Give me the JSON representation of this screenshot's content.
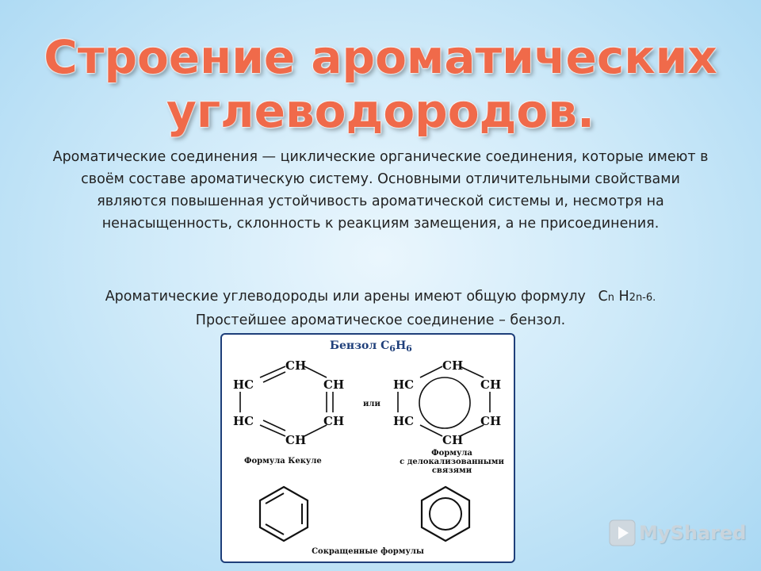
{
  "slide": {
    "title_line1": "Строение ароматических",
    "title_line2": "углеводородов.",
    "paragraph1": "Ароматические соединения — циклические органические соединения, которые имеют в своём составе ароматическую систему. Основными отличительными свойствами являются повышенная устойчивость ароматической системы и, несмотря на ненасыщенность, склонность к реакциям замещения, а не присоединения.",
    "paragraph2_prefix": "Ароматические углеводороды или арены имеют общую формулу",
    "formula_c": "C",
    "formula_n": "n",
    "formula_h": " H",
    "formula_sub": "2n-6.",
    "paragraph2_line2": "Простейшее ароматическое соединение – бензол."
  },
  "figure": {
    "header_prefix": "Бензол C",
    "header_c_sub": "6",
    "header_h": "H",
    "header_h_sub": "6",
    "ch": "CH",
    "hc": "HC",
    "or_label": "или",
    "kekule_label": "Формула Кекуле",
    "delocalized_label_1": "Формула",
    "delocalized_label_2": "с делокализованными",
    "delocalized_label_3": "связями",
    "abbrev_label": "Сокращенные формулы"
  },
  "watermark": {
    "text": "MyShared"
  },
  "colors": {
    "title": "#f06a4a",
    "frame": "#1f3f7a"
  }
}
